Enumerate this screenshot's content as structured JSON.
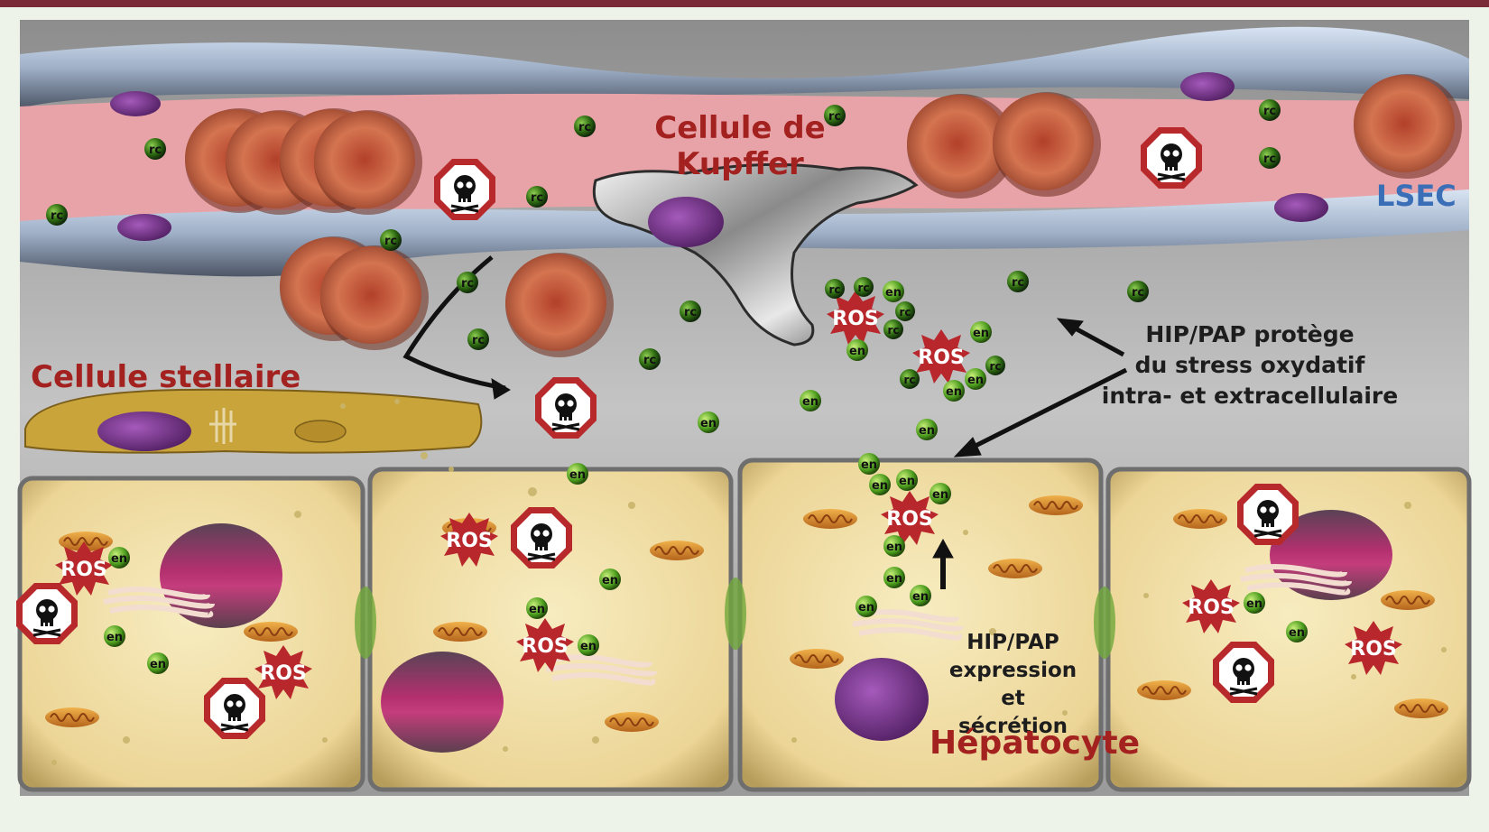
{
  "labels": {
    "kupffer": "Cellule de\nKupffer",
    "lsec": "LSEC",
    "stellate": "Cellule stellaire",
    "protection": "HIP/PAP protège\ndu stress oxydatif\nintra- et extracellulaire",
    "expression": "HIP/PAP\nexpression\net sécrétion",
    "hepatocyte": "Hépatocyte"
  },
  "markers": {
    "ros": "ROS",
    "rc": "rc",
    "en": "en"
  },
  "icons": {
    "toxin": "skull-stop-sign-icon"
  },
  "colors": {
    "frame": "#7a2a36",
    "vessel_lumen": "#e7a3a8",
    "red_blood_cell": "#c9603f",
    "hepatocyte_cytoplasm": "#f1dfa5",
    "stellate_cell": "#c9a43a",
    "nucleus": "#7a2d86",
    "ros_burst": "#b8272b",
    "antioxidant_bead": "#4a9b1c",
    "title_red": "#a3211f",
    "lsec_blue": "#3a6fb8"
  }
}
